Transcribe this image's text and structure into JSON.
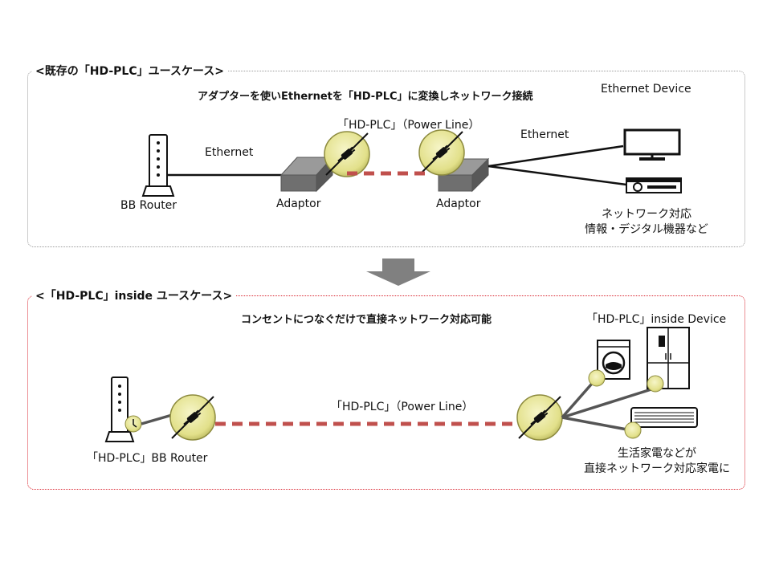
{
  "top": {
    "heading": "<既存の「HD-PLC」ユースケース>",
    "subtitle": "アダプターを使いEthernetを「HD-PLC」に変換しネットワーク接続",
    "ethernet_device_label": "Ethernet Device",
    "powerline_label": "「HD-PLC」（Power Line）",
    "ethernet_left": "Ethernet",
    "ethernet_right": "Ethernet",
    "router_label": "BB Router",
    "adaptor_left": "Adaptor",
    "adaptor_right": "Adaptor",
    "devices_caption_line1": "ネットワーク対応",
    "devices_caption_line2": "情報・デジタル機器など"
  },
  "bottom": {
    "heading": "<「HD-PLC」inside ユースケース>",
    "subtitle": "コンセントにつなぐだけで直接ネットワーク対応可能",
    "device_label": "「HD-PLC」inside Device",
    "powerline_label": "「HD-PLC」（Power Line）",
    "router_label": "「HD-PLC」BB Router",
    "appliance_caption_line1": "生活家電などが",
    "appliance_caption_line2": "直接ネットワーク対応家電に"
  },
  "colors": {
    "plc_circle": "#e8e79a",
    "plc_ring": "#7a7a30",
    "dash_line": "#c0504d",
    "arrow": "#808080",
    "red_border": "#d9232d"
  }
}
